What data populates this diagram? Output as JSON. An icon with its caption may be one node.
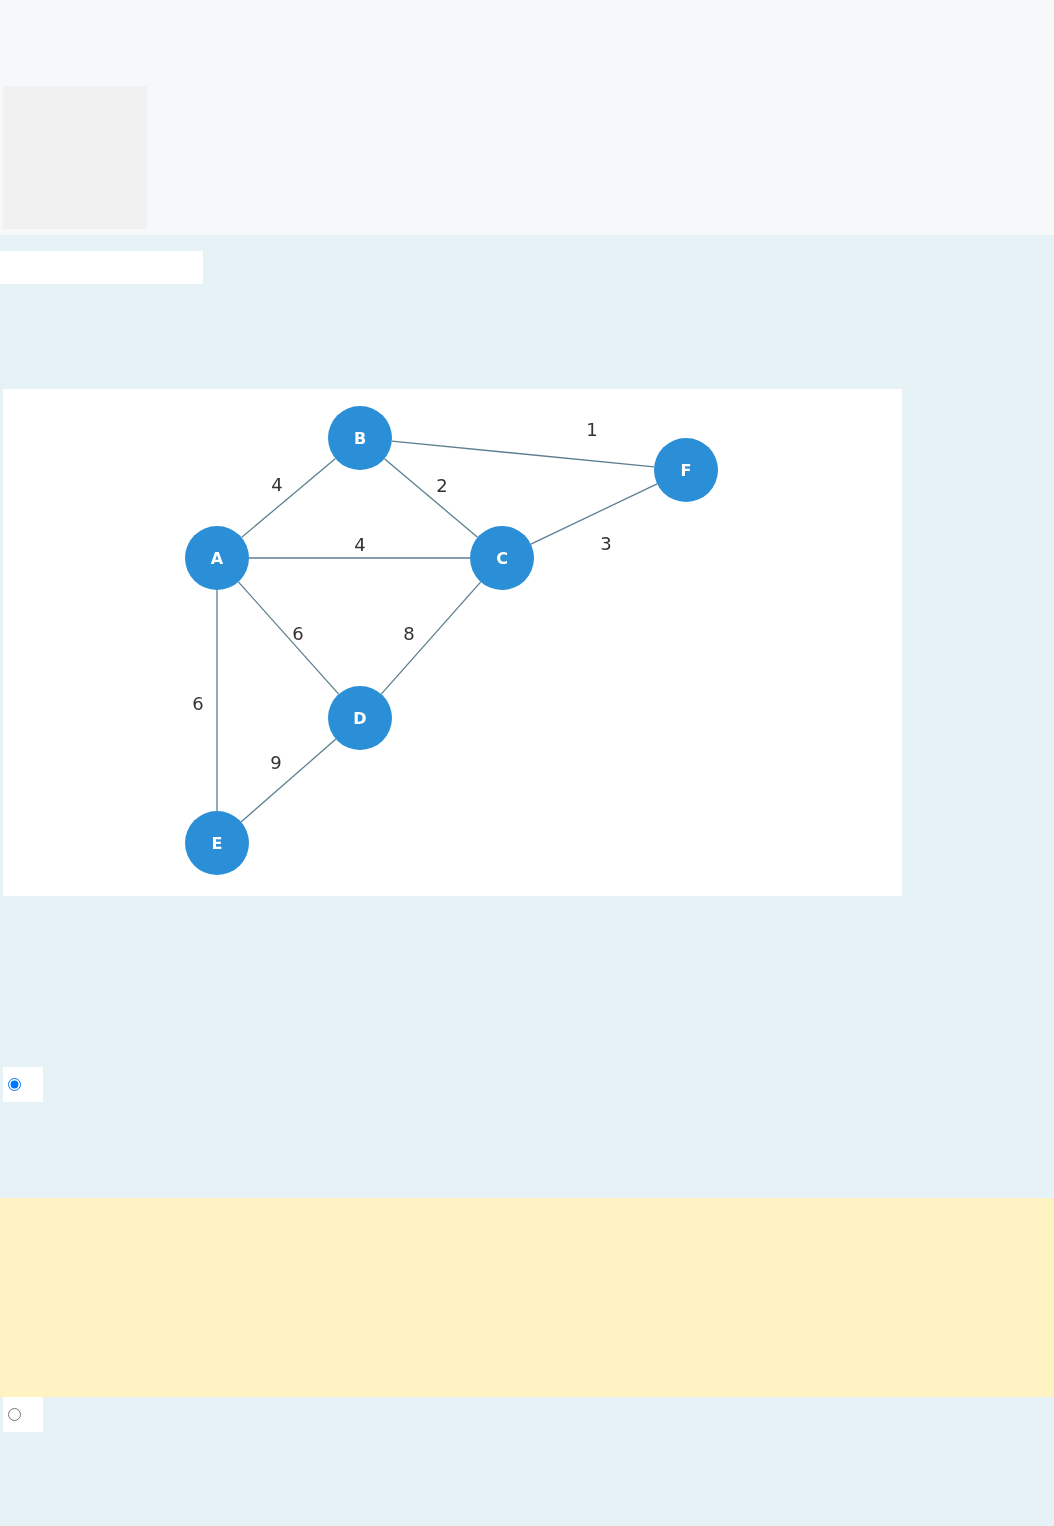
{
  "diagram": {
    "nodes": [
      {
        "text": [
          "B"
        ]
      },
      {
        "text": [
          "F"
        ]
      },
      {
        "text": [
          "A"
        ]
      },
      {
        "text": [
          "C"
        ]
      },
      {
        "text": [
          "D"
        ]
      },
      {
        "text": [
          "E"
        ]
      }
    ],
    "edges": [
      {
        "from": 2,
        "to": 0,
        "arrow": "none",
        "label": "4"
      },
      {
        "from": 0,
        "to": 1,
        "arrow": "none",
        "label": "1"
      },
      {
        "from": 0,
        "to": 3,
        "arrow": "none",
        "label": "2"
      },
      {
        "from": 2,
        "to": 3,
        "arrow": "none",
        "label": "4"
      },
      {
        "from": 3,
        "to": 1,
        "arrow": "none",
        "label": "3"
      },
      {
        "from": 2,
        "to": 4,
        "arrow": "none",
        "label": "6"
      },
      {
        "from": 3,
        "to": 4,
        "arrow": "none",
        "label": "8"
      },
      {
        "from": 2,
        "to": 5,
        "arrow": "none",
        "label": "6"
      },
      {
        "from": 4,
        "to": 5,
        "arrow": "none",
        "label": "9"
      }
    ]
  }
}
